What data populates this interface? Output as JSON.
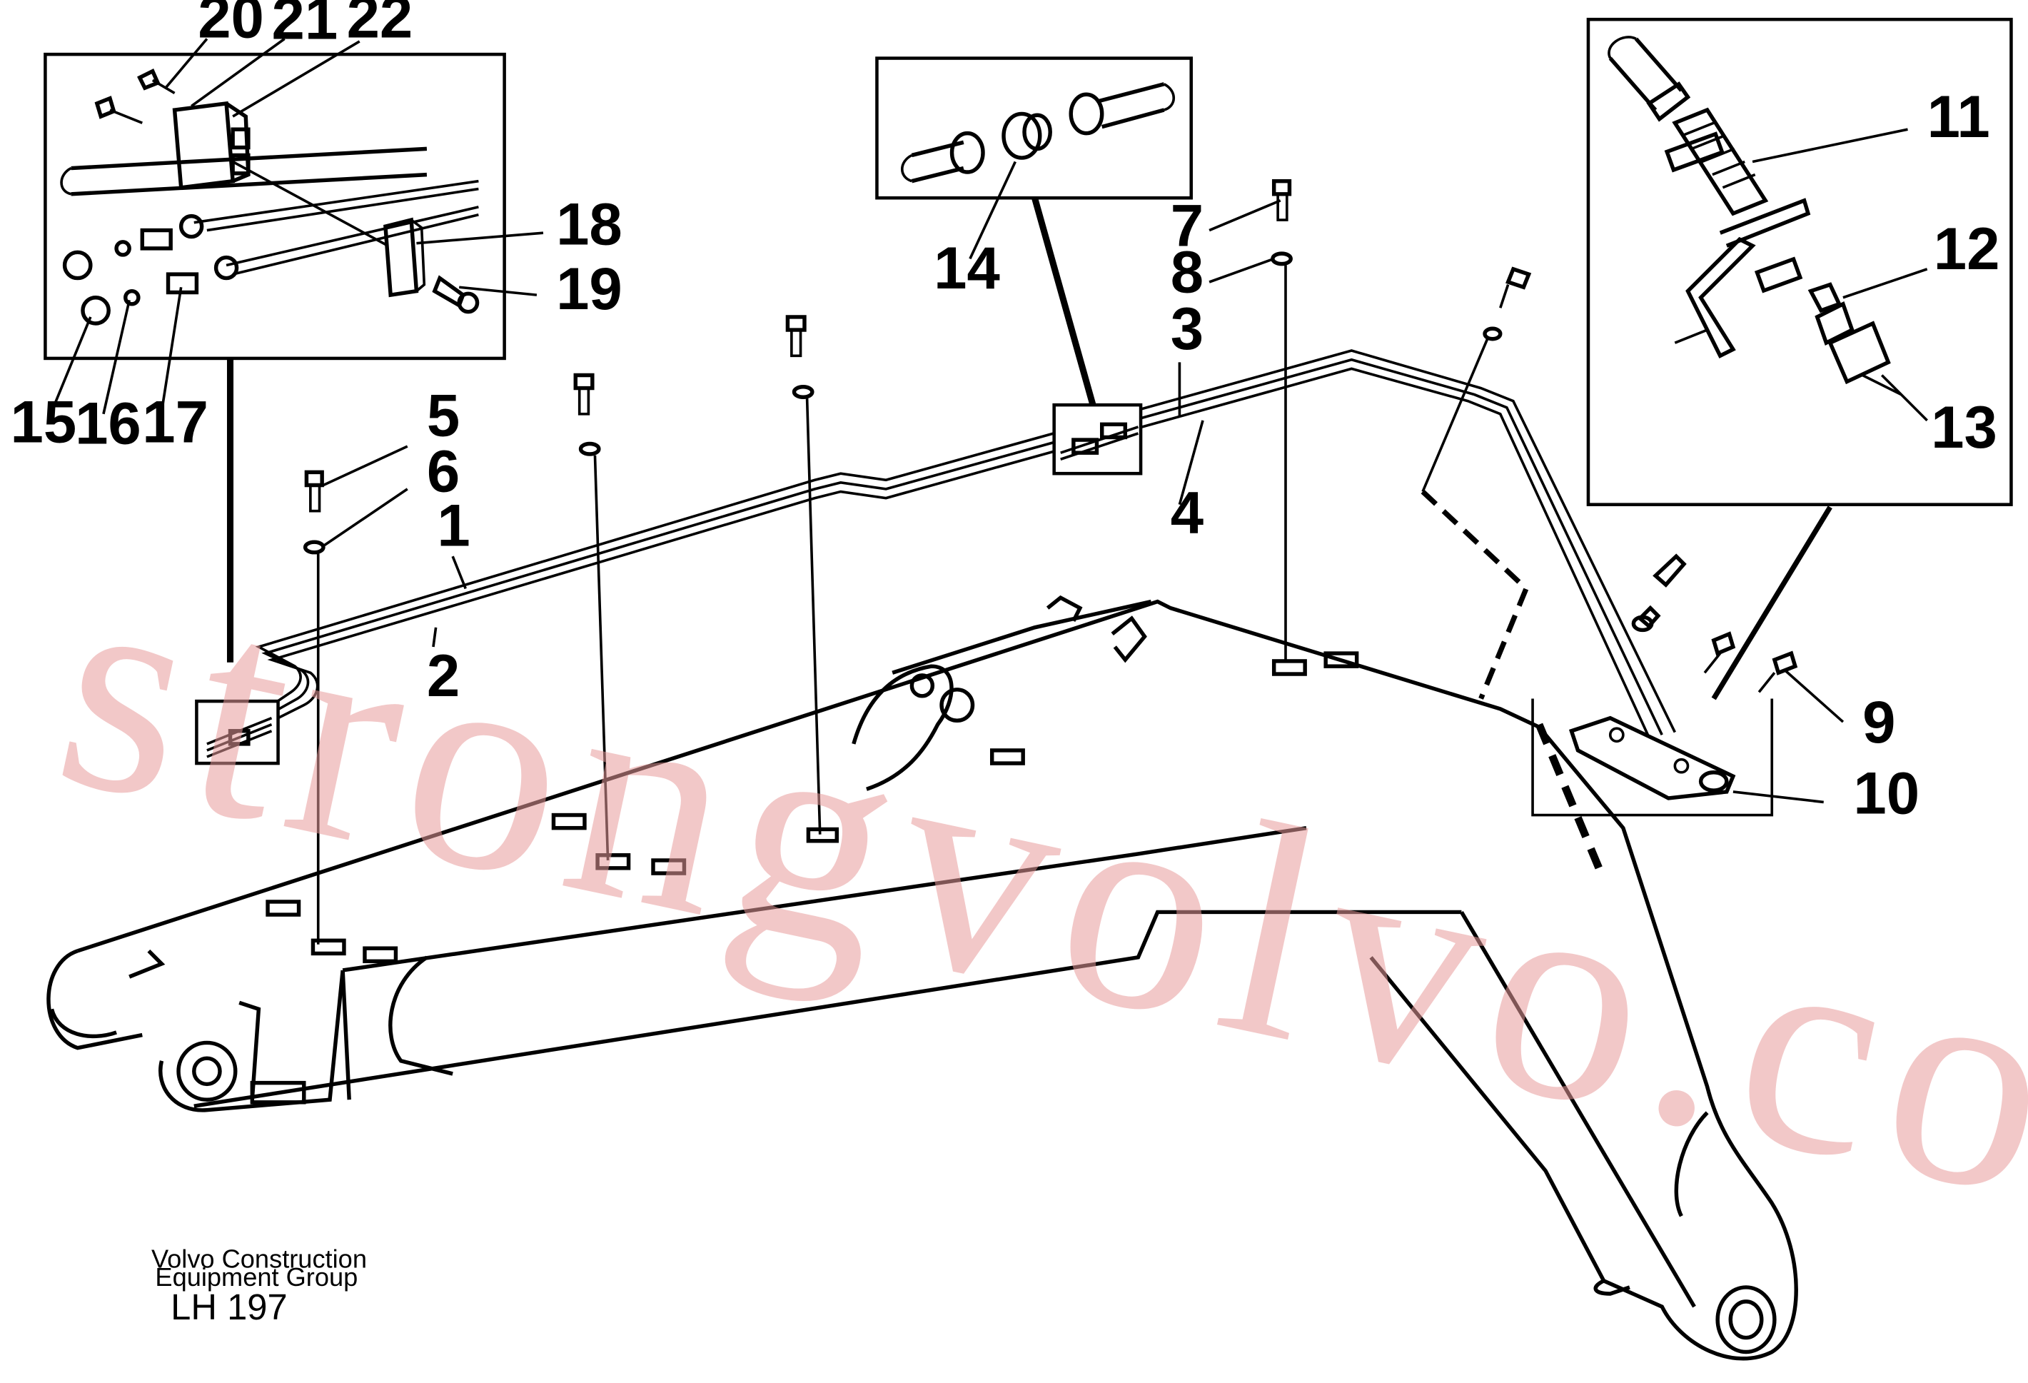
{
  "callouts": {
    "c1": "1",
    "c2": "2",
    "c3": "3",
    "c4": "4",
    "c5": "5",
    "c6": "6",
    "c7": "7",
    "c8": "8",
    "c9": "9",
    "c10": "10",
    "c11": "11",
    "c12": "12",
    "c13": "13",
    "c14": "14",
    "c15": "15",
    "c16": "16",
    "c17": "17",
    "c18": "18",
    "c19": "19",
    "c20": "20",
    "c21": "21",
    "c22": "22"
  },
  "caption": {
    "company_line1": "Volvo Construction",
    "company_line2": "Equipment Group",
    "code": "LH 197"
  },
  "watermark": "strongvolvo.com"
}
